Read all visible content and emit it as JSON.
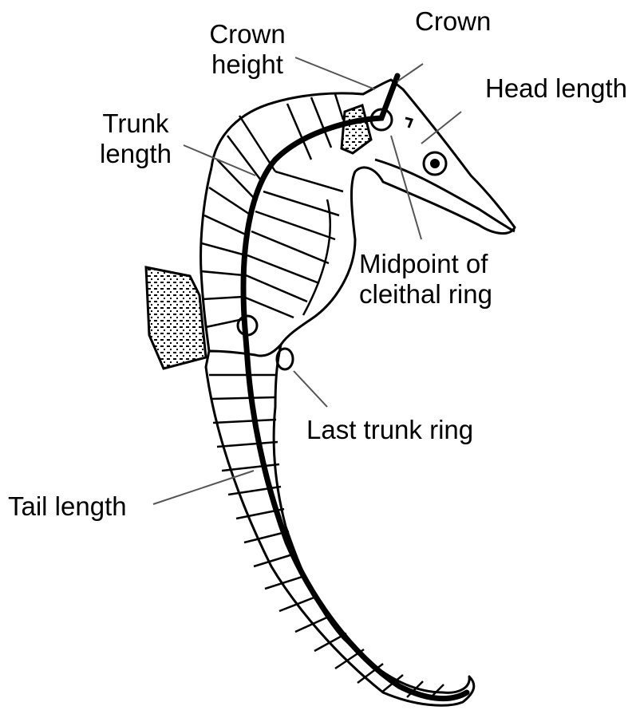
{
  "labels": {
    "crown": "Crown",
    "crown_height_line1": "Crown",
    "crown_height_line2": "height",
    "head_length": "Head length",
    "trunk_length_line1": "Trunk",
    "trunk_length_line2": "length",
    "midpoint_line1": "Midpoint of",
    "midpoint_line2": "cleithal ring",
    "last_trunk_ring": "Last trunk ring",
    "tail_length": "Tail length"
  },
  "colors": {
    "ink": "#000000",
    "leader": "#555555",
    "background": "#ffffff"
  }
}
